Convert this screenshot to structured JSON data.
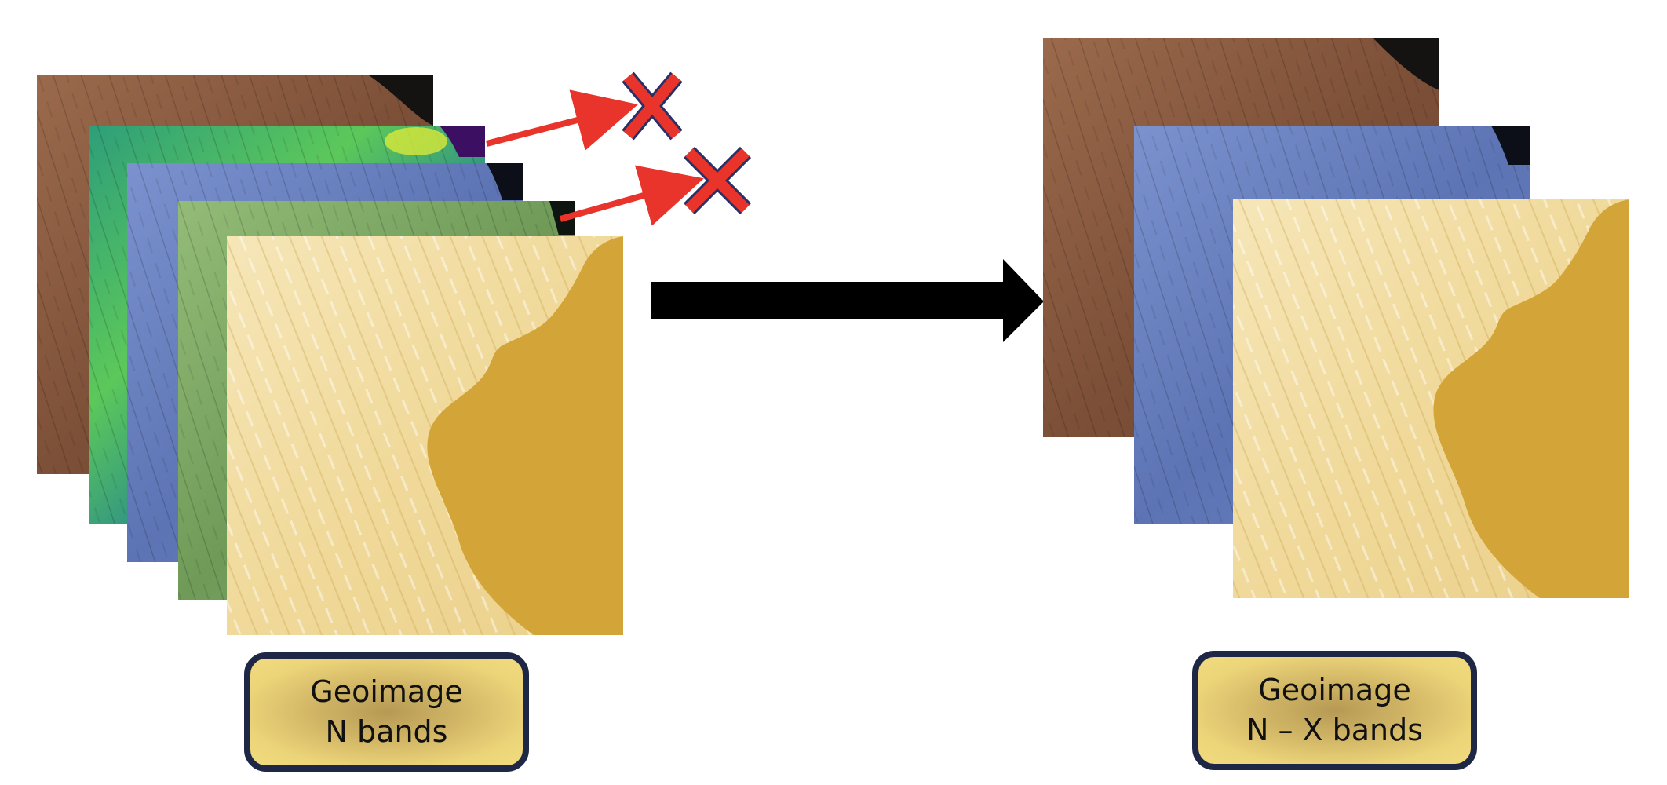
{
  "input_stack": {
    "caption_line1": "Geoimage",
    "caption_line2": "N bands",
    "bands": [
      {
        "name": "brown",
        "color": "#8a5a3e",
        "removed": false
      },
      {
        "name": "viridis",
        "color": "#3aa76b",
        "removed": true
      },
      {
        "name": "blue",
        "color": "#6f86c4",
        "removed": false
      },
      {
        "name": "green",
        "color": "#7da665",
        "removed": true
      },
      {
        "name": "yellow",
        "color": "#f0dca0",
        "removed": false
      }
    ]
  },
  "output_stack": {
    "caption_line1": "Geoimage",
    "caption_line2": "N – X bands",
    "bands": [
      {
        "name": "brown",
        "color": "#8a5a3e"
      },
      {
        "name": "blue",
        "color": "#6f86c4"
      },
      {
        "name": "yellow",
        "color": "#f0dca0"
      }
    ]
  },
  "colors": {
    "remove_arrow": "#e8342a",
    "remove_cross": "#e8342a",
    "remove_cross_outline": "#2a2f66",
    "transform_arrow": "#000000",
    "label_border": "#1f2747",
    "water": "#d3a437"
  },
  "icons": {
    "remove": "cross-icon",
    "transform": "right-arrow-icon"
  }
}
